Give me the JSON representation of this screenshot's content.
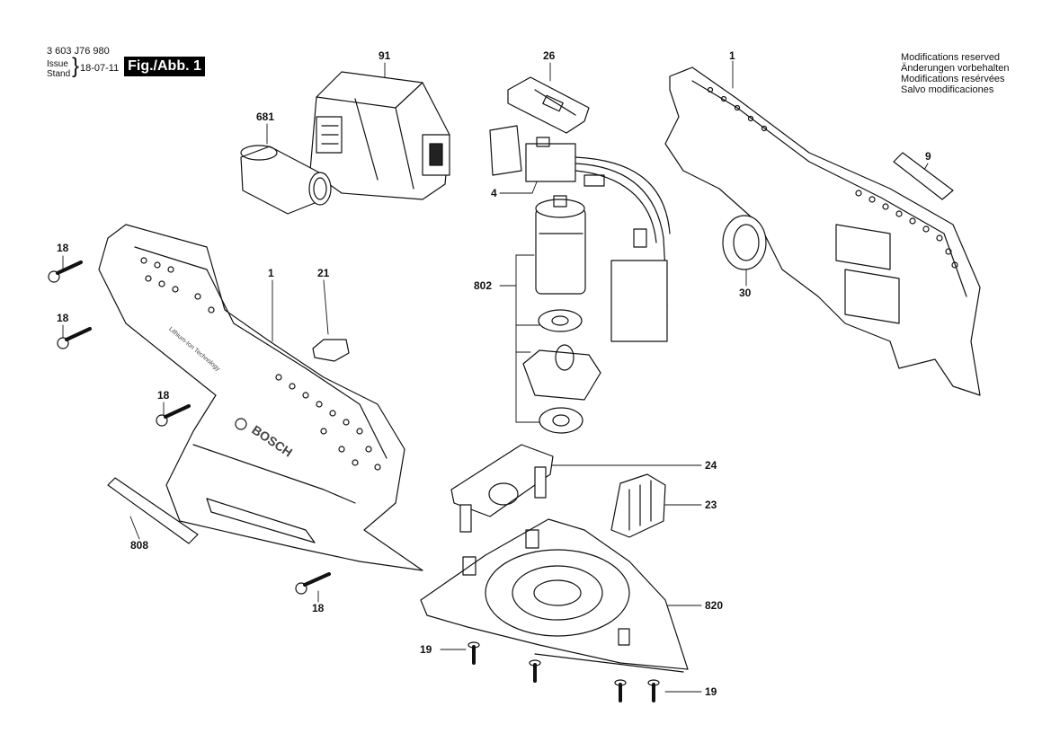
{
  "header": {
    "part_number": "3 603 J76 980",
    "issue_label": "Issue",
    "stand_label": "Stand",
    "date": "18-07-11",
    "figure_label": "Fig./Abb. 1"
  },
  "modifications": [
    "Modifications reserved",
    "Änderungen vorbehalten",
    "Modifications resérvées",
    "Salvo modificaciones"
  ],
  "housing_text": {
    "brand": "BOSCH",
    "technology": "Lithium-Ion Technology"
  },
  "callouts": {
    "c91": "91",
    "c681": "681",
    "c26": "26",
    "c1_top": "1",
    "c9": "9",
    "c4": "4",
    "c30": "30",
    "c802": "802",
    "c18_a": "18",
    "c18_b": "18",
    "c18_c": "18",
    "c18_d": "18",
    "c1_left": "1",
    "c21": "21",
    "c808": "808",
    "c24": "24",
    "c23": "23",
    "c820": "820",
    "c19_a": "19",
    "c19_b": "19"
  }
}
